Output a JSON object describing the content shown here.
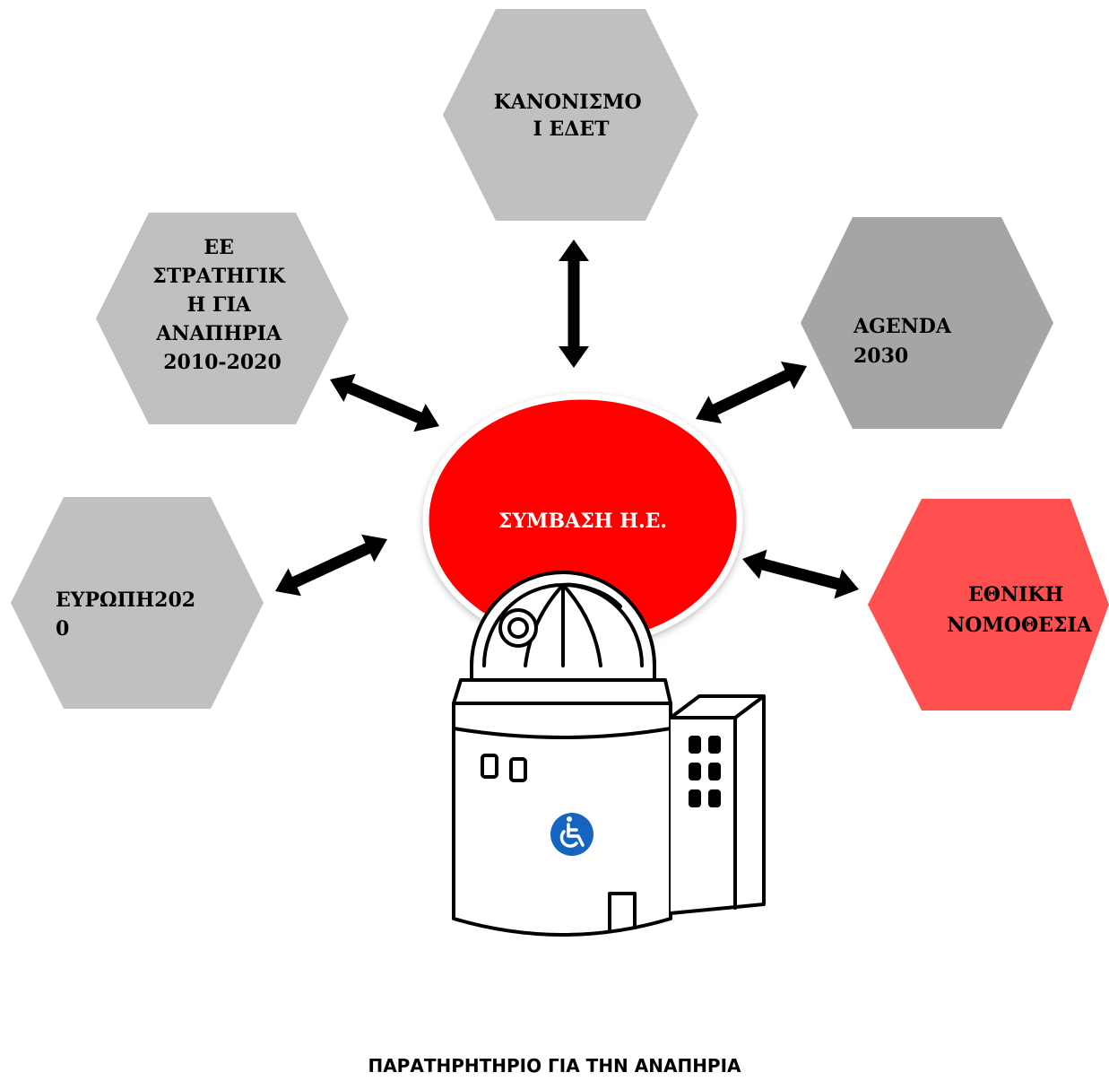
{
  "center": {
    "label": "ΣΥΜΒΑΣΗ Η.Ε.",
    "fill": "#ff0000"
  },
  "nodes": [
    {
      "id": "kanonismoi",
      "lines": [
        "ΚΑΝΟΝΙΣΜΟ",
        "Ι ΕΔΕΤ"
      ],
      "fill": "#c0c0c0"
    },
    {
      "id": "ee-strategy",
      "lines": [
        "ΕΕ",
        "ΣΤΡΑΤΗΓΙΚ",
        "Η ΓΙΑ",
        "ΑΝΑΠΗΡΙΑ",
        "2010-2020"
      ],
      "fill": "#c0c0c0"
    },
    {
      "id": "agenda",
      "lines": [
        "AGENDA",
        "2030"
      ],
      "fill": "#a5a5a5"
    },
    {
      "id": "europe",
      "lines": [
        "ΕΥΡΩΠΗ202",
        "0"
      ],
      "fill": "#c0c0c0"
    },
    {
      "id": "national",
      "lines": [
        "ΕΘΝΙΚΗ",
        "ΝΟΜΟΘΕΣΙΑ"
      ],
      "fill": "#ff5050"
    }
  ],
  "arrow_colors": {
    "default": "#000000",
    "observatory": "#0070c0"
  },
  "observatory": {
    "icon": "observatory-wheelchair-icon",
    "badge_color": "#1565c0",
    "caption": "ΠΑΡΑΤΗΡΗΤΗΡΙΟ ΓΙΑ ΤΗΝ ΑΝΑΠΗΡΙΑ"
  }
}
